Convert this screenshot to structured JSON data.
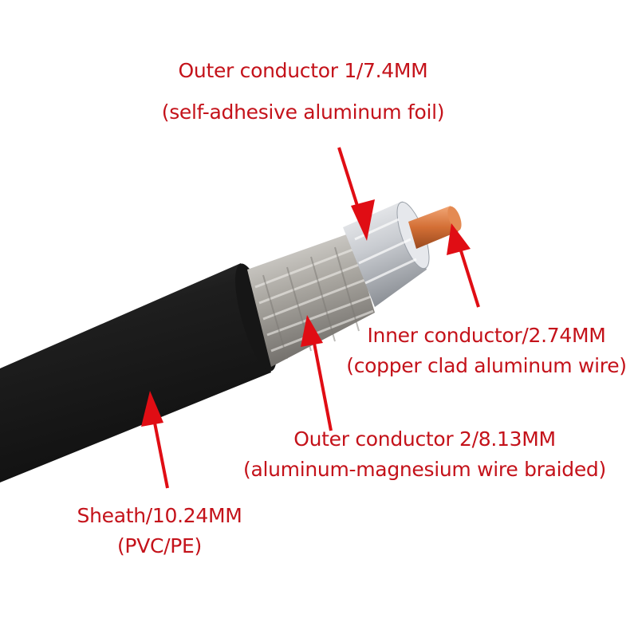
{
  "colors": {
    "label_red": "#c4121a",
    "arrow_red": "#e00d14",
    "sheath_black": "#1a1a1a",
    "braid_silver": "#b9b6b0",
    "foil_silver": "#d8dadd",
    "copper": "#d9773d",
    "background": "#ffffff"
  },
  "labels": {
    "outer_conductor_1": {
      "line1": "Outer conductor 1/7.4MM",
      "line2": "(self-adhesive aluminum foil)"
    },
    "inner_conductor": {
      "line1": "Inner conductor/2.74MM",
      "line2": "(copper clad aluminum wire)"
    },
    "outer_conductor_2": {
      "line1": "Outer conductor 2/8.13MM",
      "line2": "(aluminum-magnesium wire braided)"
    },
    "sheath": {
      "line1": "Sheath/10.24MM",
      "line2": "(PVC/PE)"
    }
  },
  "image": {
    "subject": "coaxial cable cross-section layers",
    "layers": [
      "copper inner conductor",
      "aluminum foil",
      "braided shield",
      "black jacket"
    ]
  }
}
